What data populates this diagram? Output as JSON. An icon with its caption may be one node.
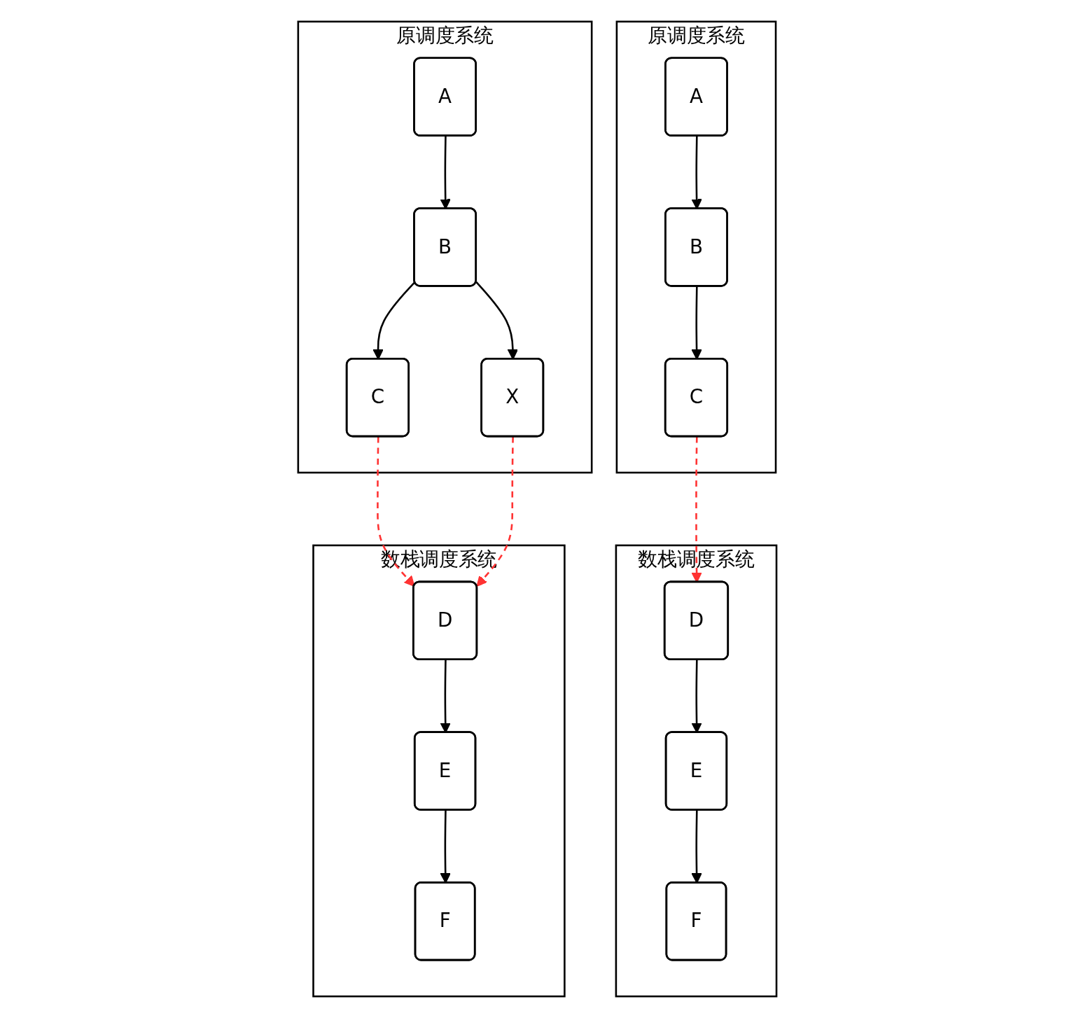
{
  "diagram": {
    "nodes": [
      {
        "text": [
          "原调度系统"
        ]
      },
      {
        "text": [
          "A"
        ],
        "in": 0
      },
      {
        "text": [
          "B"
        ],
        "in": 0
      },
      {
        "text": [
          "C"
        ],
        "in": 0
      },
      {
        "text": [
          "数栈调度系统"
        ]
      },
      {
        "text": [
          "D"
        ],
        "in": 4
      },
      {
        "text": [
          "E"
        ],
        "in": 4
      },
      {
        "text": [
          "F"
        ],
        "in": 4
      },
      {
        "text": [
          "原调度系统"
        ]
      },
      {
        "text": [
          "A"
        ],
        "in": 8
      },
      {
        "text": [
          "B"
        ],
        "in": 8
      },
      {
        "text": [
          "C"
        ],
        "in": 8
      },
      {
        "text": [
          "X"
        ],
        "in": 8
      },
      {
        "text": [
          "数栈调度系统"
        ]
      },
      {
        "text": [
          "D"
        ],
        "in": 13
      },
      {
        "text": [
          "E"
        ],
        "in": 13
      },
      {
        "text": [
          "F"
        ],
        "in": 13
      }
    ],
    "edges": [
      {
        "from": 1,
        "to": 2,
        "arrow": "to"
      },
      {
        "from": 2,
        "to": 3,
        "arrow": "to"
      },
      {
        "from": 3,
        "to": 5,
        "arrow": "to",
        "style": "dashed",
        "color": "#ff3333"
      },
      {
        "from": 5,
        "to": 6,
        "arrow": "to"
      },
      {
        "from": 6,
        "to": 7,
        "arrow": "to"
      },
      {
        "from": 9,
        "to": 10,
        "arrow": "to"
      },
      {
        "from": 10,
        "to": 11,
        "arrow": "to"
      },
      {
        "from": 10,
        "to": 12,
        "arrow": "to"
      },
      {
        "from": 11,
        "to": 14,
        "arrow": "to",
        "style": "dashed",
        "color": "#ff3333"
      },
      {
        "from": 12,
        "to": 14,
        "arrow": "to",
        "style": "dashed",
        "color": "#ff3333"
      },
      {
        "from": 14,
        "to": 15,
        "arrow": "to"
      },
      {
        "from": 15,
        "to": 16,
        "arrow": "to"
      }
    ]
  }
}
